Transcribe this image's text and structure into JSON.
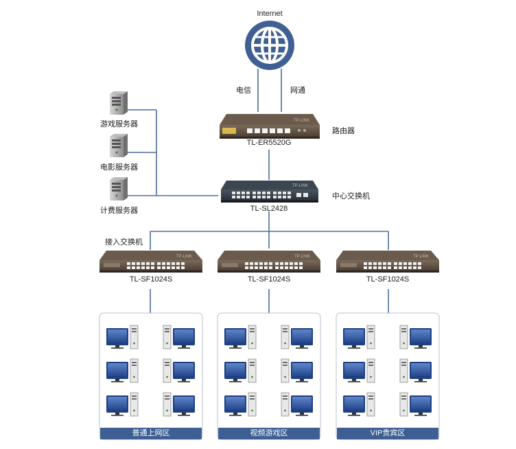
{
  "internet": {
    "label": "Internet",
    "icon": "globe-icon"
  },
  "links": {
    "isp_telecom": "电信",
    "isp_netcom": "网通"
  },
  "router": {
    "model": "TL-ER5520G",
    "role": "路由器",
    "brand": "TP-LINK"
  },
  "core_switch": {
    "model": "TL-SL2428",
    "role": "中心交换机",
    "brand": "TP-LINK"
  },
  "servers": [
    {
      "label": "游戏服务器",
      "icon": "server-tower-icon"
    },
    {
      "label": "电影服务器",
      "icon": "server-tower-icon"
    },
    {
      "label": "计费服务器",
      "icon": "server-tower-icon"
    }
  ],
  "access_layer": {
    "label": "接入交换机"
  },
  "access_switches": [
    {
      "model": "TL-SF1024S",
      "brand": "TP-LINK"
    },
    {
      "model": "TL-SF1024S",
      "brand": "TP-LINK"
    },
    {
      "model": "TL-SF1024S",
      "brand": "TP-LINK"
    }
  ],
  "zones": [
    {
      "label": "普通上网区"
    },
    {
      "label": "视频游戏区"
    },
    {
      "label": "VIP贵宾区"
    }
  ],
  "colors": {
    "globe": "#3f5f95",
    "line": "#4a6d9b",
    "router_body": "#5a4c40",
    "switch_body": "#5a4c40",
    "core_body": "#2f3a44",
    "zone_bar": "#3d5f93",
    "zone_border": "#b9c2cc",
    "monitor": "#2f5aa8"
  }
}
